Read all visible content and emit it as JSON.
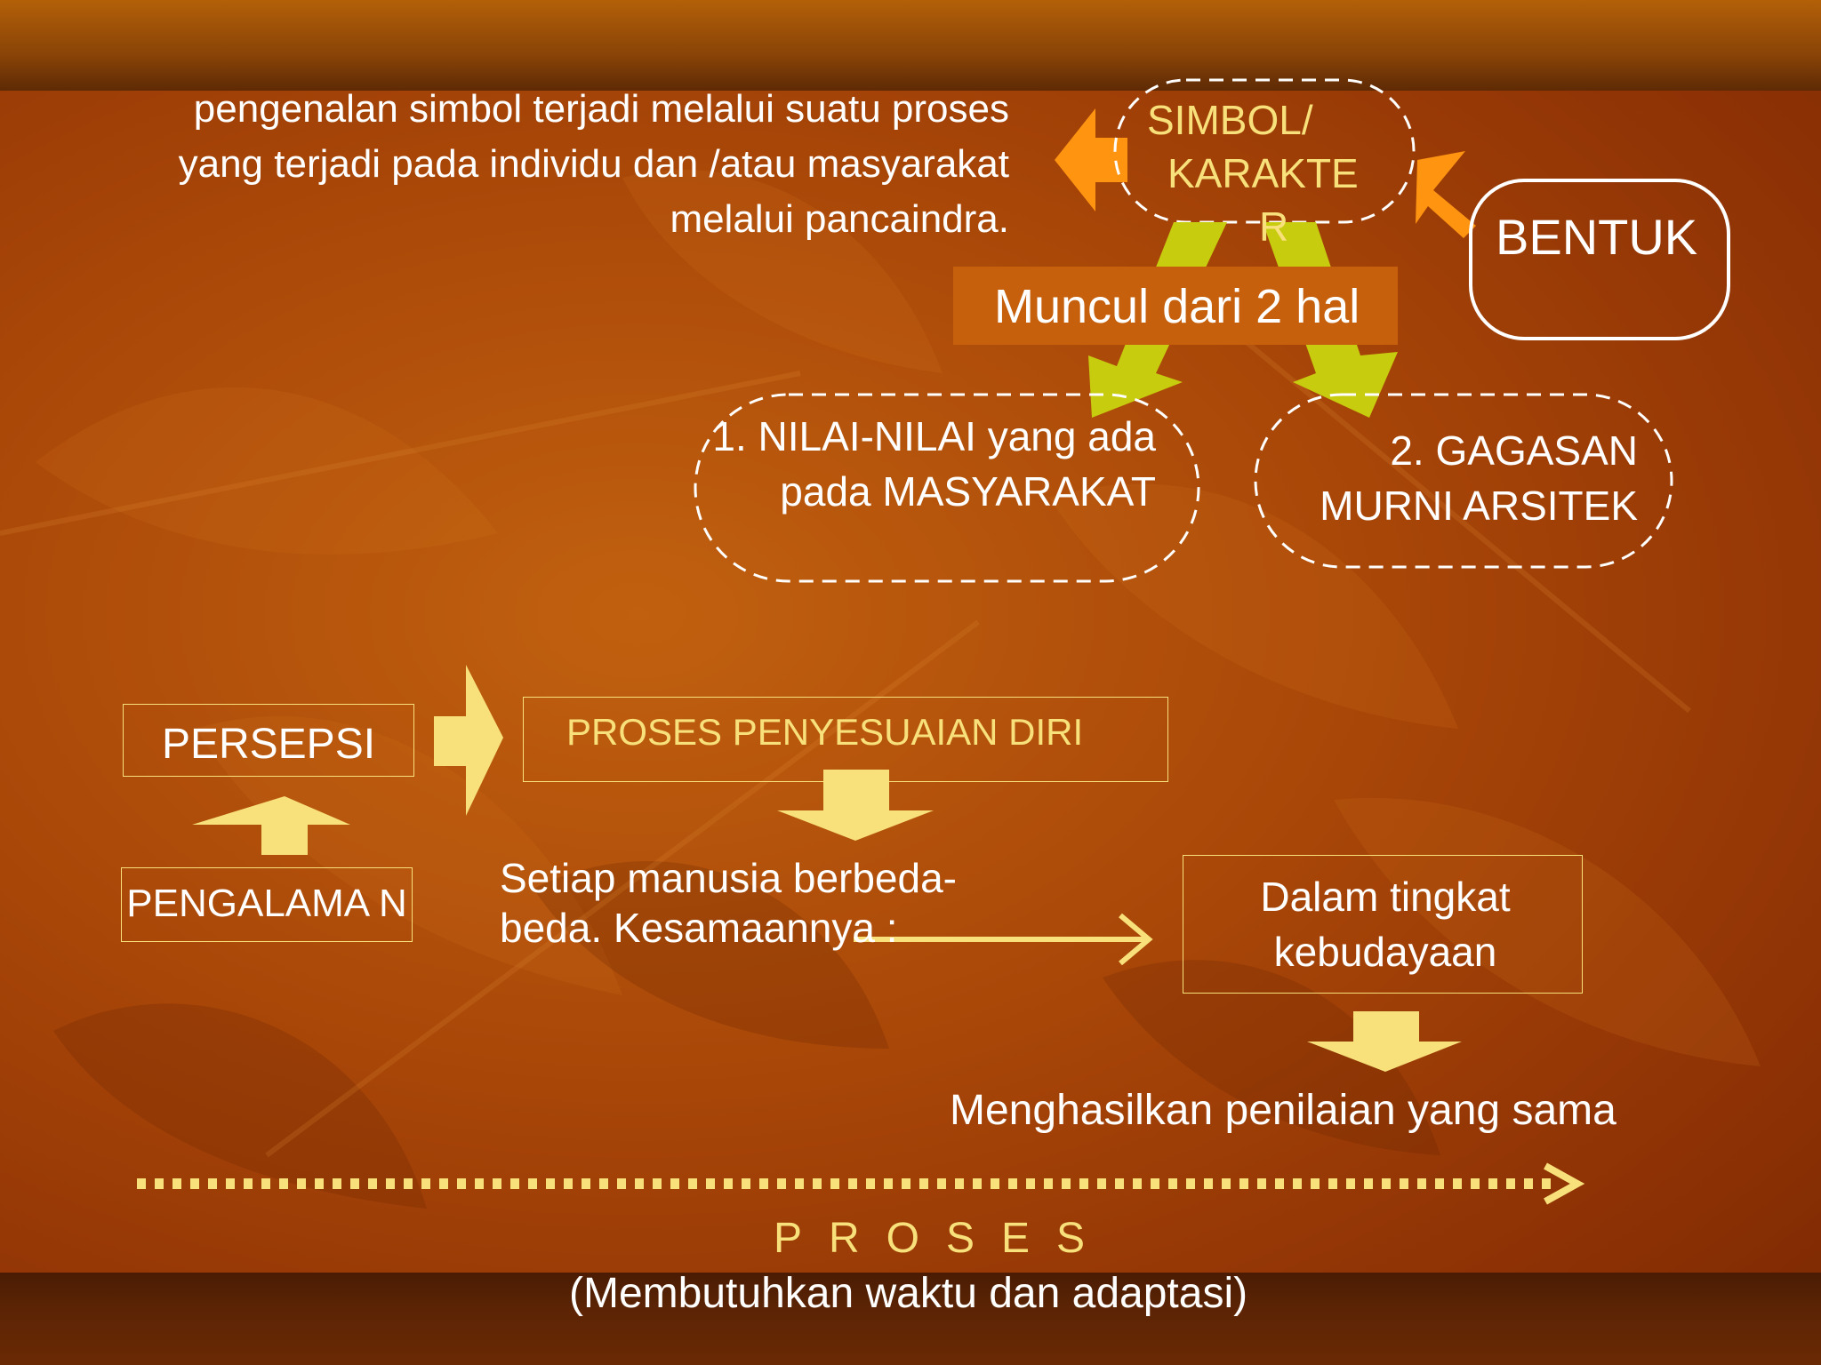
{
  "intro": {
    "text": "pengenalan simbol terjadi melalui suatu proses yang terjadi pada individu dan /atau masyarakat melalui pancaindra."
  },
  "simbol": {
    "line1": "SIMBOL/",
    "line2": "KARAKTE",
    "line3": "R"
  },
  "bentuk": {
    "label": "BENTUK"
  },
  "muncul": {
    "label": "Muncul dari 2 hal"
  },
  "nilai": {
    "label": "1. NILAI-NILAI yang ada pada MASYARAKAT"
  },
  "gagasan": {
    "label": "2. GAGASAN MURNI ARSITEK"
  },
  "persepsi": {
    "label": "PERSEPSI"
  },
  "penyesuaian": {
    "label": "PROSES PENYESUAIAN DIRI"
  },
  "pengalaman": {
    "label": "PENGALAMA N"
  },
  "setiap": {
    "text": "Setiap manusia berbeda-beda. Kesamaannya :"
  },
  "dalam": {
    "label": "Dalam tingkat kebudayaan"
  },
  "menghasilkan": {
    "text": "Menghasilkan penilaian yang sama"
  },
  "proses": {
    "label": "PROSES"
  },
  "waktu": {
    "text": "(Membutuhkan waktu dan adaptasi)"
  },
  "colors": {
    "accent": "#f8e07a",
    "orange": "#ff9411",
    "lime": "#c8cc0e",
    "label_bg": "#c6600c"
  }
}
